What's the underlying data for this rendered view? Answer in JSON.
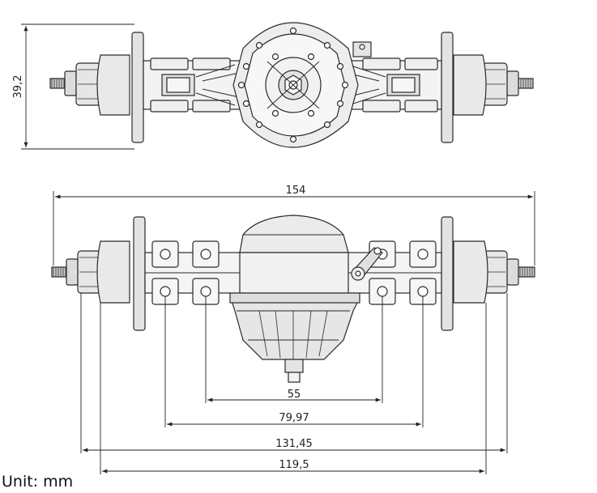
{
  "dimensions": {
    "height_top_view": "39,2",
    "overall_length": "154",
    "hole_spacing_inner": "55",
    "hole_spacing_outer": "79,97",
    "hub_outer_width": "131,45",
    "hub_inner_width": "119,5"
  },
  "unit_label": "Unit: mm",
  "colors": {
    "line": "#2a2a2a",
    "part_fill": "#e9e9e9",
    "dark_fill": "#b8b8b8"
  }
}
